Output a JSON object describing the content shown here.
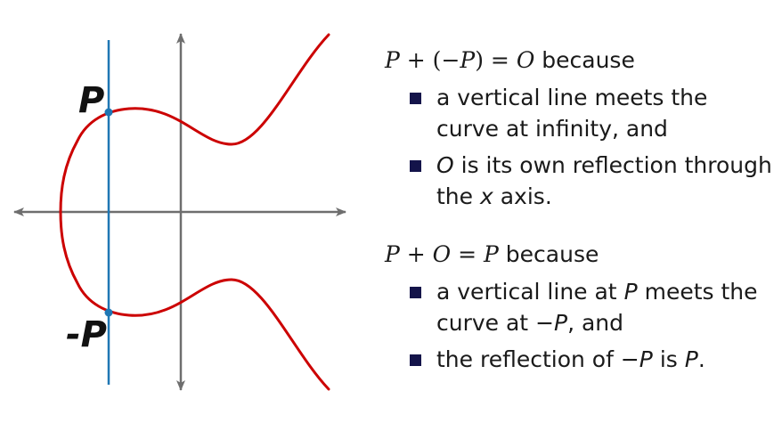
{
  "diagram": {
    "label_p": "P",
    "label_neg_p": "-P",
    "colors": {
      "curve": "#cc0000",
      "vertical_line": "#1f77b4",
      "axes": "#6e6e6e",
      "points": "#1f77b4"
    }
  },
  "text": {
    "block1": {
      "head": {
        "p": "P",
        "plus": " + (",
        "neg": "−",
        "p2": "P",
        "close": ") = ",
        "o": "O",
        "tail": " because"
      },
      "items": [
        {
          "text": "a vertical line meets the curve at infinity, and"
        },
        {
          "o": "O",
          "rest_a": " is its own reflection through the ",
          "x": "x",
          "rest_b": " axis."
        }
      ]
    },
    "block2": {
      "head": {
        "p": "P",
        "plus": " + ",
        "o": "O",
        "eq": " = ",
        "p2": "P",
        "tail": " because"
      },
      "items": [
        {
          "a": "a vertical line at ",
          "p": "P",
          "b": " meets the curve at ",
          "neg": "−",
          "p2": "P",
          "c": ", and"
        },
        {
          "a": "the reflection of ",
          "neg": "−",
          "p": "P",
          "b": " is ",
          "p2": "P",
          "c": "."
        }
      ]
    }
  }
}
